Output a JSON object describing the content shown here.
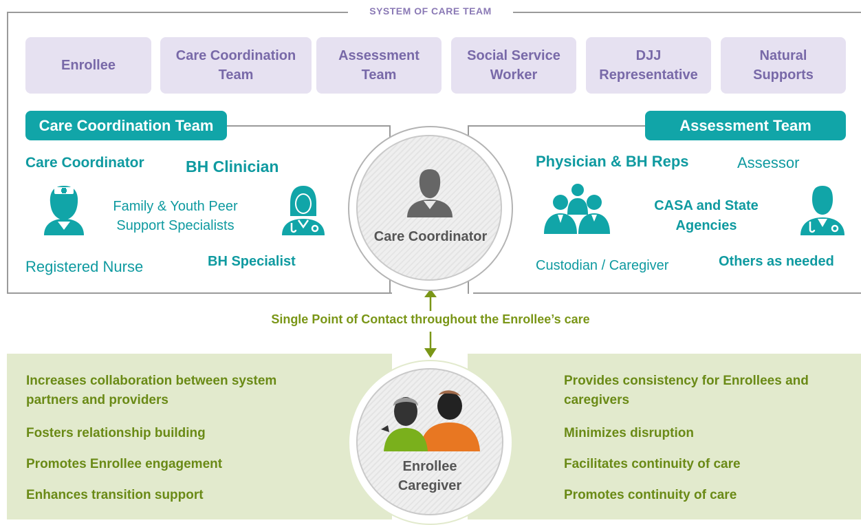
{
  "title": "SYSTEM OF CARE TEAM",
  "members": [
    "Enrollee",
    "Care Coordination Team",
    "Assessment Team",
    "Social Service Worker",
    "DJJ Representative",
    "Natural Supports"
  ],
  "left_team": {
    "header": "Care Coordination Team",
    "care_coordinator": "Care Coordinator",
    "bh_clinician": "BH Clinician",
    "peer_support": "Family & Youth Peer Support Specialists",
    "registered_nurse": "Registered Nurse",
    "bh_specialist": "BH Specialist"
  },
  "right_team": {
    "header": "Assessment Team",
    "physician": "Physician & BH Reps",
    "assessor": "Assessor",
    "casa": "CASA and State Agencies",
    "custodian": "Custodian / Caregiver",
    "others": "Others as needed"
  },
  "center_top": "Care Coordinator",
  "center_bottom": "Enrollee Caregiver",
  "contact": "Single Point of Contact throughout the Enrollee’s care",
  "benefits_left": [
    "Increases collaboration between system partners and providers",
    "Fosters relationship building",
    "Promotes Enrollee engagement",
    "Enhances transition support"
  ],
  "benefits_right": [
    "Provides consistency for Enrollees and caregivers",
    "Minimizes disruption",
    "Facilitates continuity of care",
    "Promotes continuity of care"
  ],
  "colors": {
    "teal": "#11a5a8",
    "purple": "#7869a8",
    "lavender": "#e6e1f1",
    "olive": "#6a8a16",
    "green_bg": "#e2eacd",
    "orange": "#e87722"
  }
}
